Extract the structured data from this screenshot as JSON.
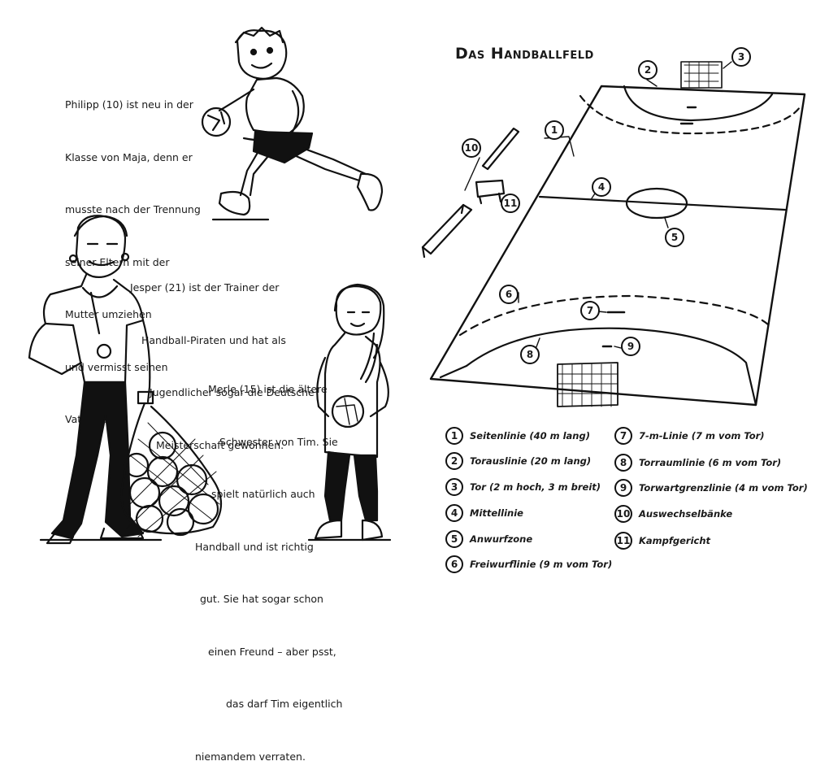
{
  "characters": {
    "philipp": [
      "Philipp (10) ist neu in der",
      "Klasse von Maja, denn er",
      "musste nach der Trennung",
      "seiner Eltern mit der",
      "Mutter umziehen",
      "und vermisst seinen",
      "Vater sehr."
    ],
    "jesper": [
      "Jesper (21) ist der Trainer der",
      "Handball-Piraten und hat als",
      "Jugendlicher sogar die Deutsche",
      "Meisterschaft gewonnen."
    ],
    "merle": [
      "Merle (15) ist die ältere",
      "Schwester von Tim. Sie",
      "spielt natürlich auch",
      "Handball und ist richtig",
      "gut. Sie hat sogar schon",
      "einen Freund – aber psst,",
      "das darf Tim eigentlich",
      "niemandem verraten."
    ]
  },
  "field": {
    "title": "Das Handballfeld",
    "callouts": [
      "1",
      "2",
      "3",
      "4",
      "5",
      "6",
      "7",
      "8",
      "9",
      "10",
      "11"
    ]
  },
  "legend": [
    {
      "num": "1",
      "text": "Seitenlinie (40 m lang)"
    },
    {
      "num": "2",
      "text": "Torauslinie (20 m lang)"
    },
    {
      "num": "3",
      "text": "Tor (2 m hoch, 3 m breit)"
    },
    {
      "num": "4",
      "text": "Mittellinie"
    },
    {
      "num": "5",
      "text": "Anwurfzone"
    },
    {
      "num": "6",
      "text": "Freiwurflinie (9 m vom Tor)"
    },
    {
      "num": "7",
      "text": "7-m-Linie (7 m vom Tor)"
    },
    {
      "num": "8",
      "text": "Torraumlinie (6 m vom Tor)"
    },
    {
      "num": "9",
      "text": "Torwartgrenzlinie (4 m vom Tor)"
    },
    {
      "num": "10",
      "text": "Auswechselbänke"
    },
    {
      "num": "11",
      "text": "Kampfgericht"
    }
  ]
}
